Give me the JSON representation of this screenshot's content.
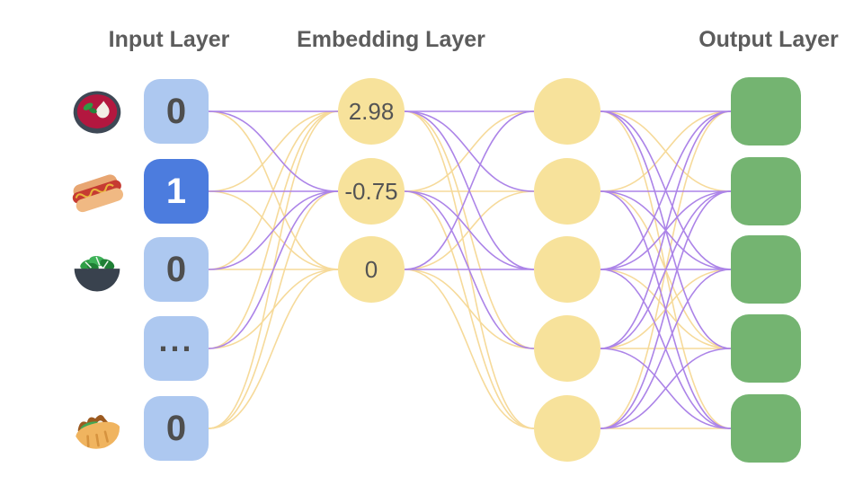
{
  "titles": {
    "input": "Input Layer",
    "embedding": "Embedding Layer",
    "output": "Output Layer"
  },
  "colors": {
    "input_node": "#ADC8F0",
    "input_node_active": "#4C7CDE",
    "input_text": "#4E4E4E",
    "input_text_active": "#FFFFFF",
    "embedding_node": "#F7E29B",
    "embedding_text": "#545454",
    "output_node": "#74B471",
    "title_text": "#5C5C5C",
    "edge_purple": "#AC84E8",
    "edge_yellow": "#F6DA9A"
  },
  "input_layer": {
    "nodes": [
      {
        "label": "0",
        "icon": "soup-icon",
        "active": false
      },
      {
        "label": "1",
        "icon": "hotdog-icon",
        "active": true
      },
      {
        "label": "0",
        "icon": "salad-icon",
        "active": false
      },
      {
        "label": "...",
        "icon": null,
        "active": false
      },
      {
        "label": "0",
        "icon": "pita-icon",
        "active": false
      }
    ]
  },
  "embedding_layer": {
    "nodes": [
      {
        "label": "2.98"
      },
      {
        "label": "-0.75"
      },
      {
        "label": "0"
      }
    ]
  },
  "hidden_layer": {
    "node_count": 5
  },
  "output_layer": {
    "node_count": 5
  },
  "edges": {
    "input_to_embedding": [
      [
        "p",
        "p",
        "y"
      ],
      [
        "y",
        "p",
        "y"
      ],
      [
        "y",
        "p",
        "y"
      ],
      [
        "y",
        "p",
        "y"
      ],
      [
        "y",
        "y",
        "y"
      ]
    ],
    "embedding_to_hidden": [
      [
        "p",
        "p",
        "p",
        "y",
        "y"
      ],
      [
        "y",
        "y",
        "p",
        "p",
        "y"
      ],
      [
        "p",
        "y",
        "p",
        "y",
        "y"
      ]
    ],
    "hidden_to_output": [
      [
        "p",
        "y",
        "p",
        "p",
        "y"
      ],
      [
        "y",
        "p",
        "p",
        "y",
        "p"
      ],
      [
        "p",
        "p",
        "p",
        "y",
        "p"
      ],
      [
        "p",
        "p",
        "y",
        "y",
        "p"
      ],
      [
        "y",
        "p",
        "p",
        "p",
        "y"
      ]
    ]
  }
}
